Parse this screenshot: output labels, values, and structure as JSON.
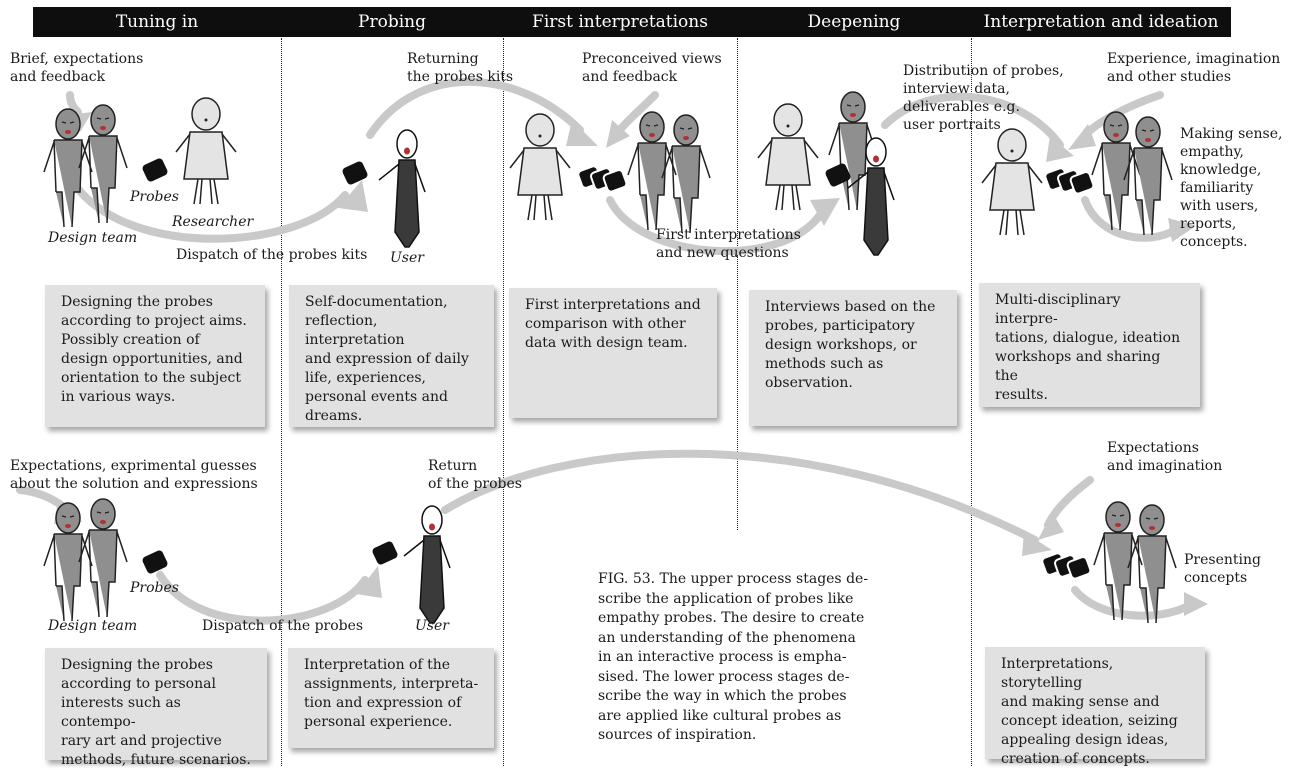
{
  "stages": [
    "Tuning in",
    "Probing",
    "First interpretations",
    "Deepening",
    "Interpretation and ideation"
  ],
  "upper": {
    "labels": {
      "brief": "Brief, expectations\nand feedback",
      "returning": "Returning\nthe probes kits",
      "preconceived": "Preconceived views\nand feedback",
      "distribution": "Distribution of probes,\ninterview data,\ndeliverables e.g.\nuser portraits",
      "experience": "Experience, imagination\nand other studies",
      "making_sense": "Making sense,\nempathy,\nknowledge,\nfamiliarity\nwith users,\nreports,\nconcepts.",
      "first_interp": "First interpretations\nand new questions",
      "dispatch": "Dispatch of the probes kits",
      "probes": "Probes",
      "researcher": "Researcher",
      "design_team": "Design team",
      "user": "User"
    },
    "boxes": [
      "Designing the probes\naccording to project aims.\nPossibly creation of\ndesign opportunities, and\norientation to the subject\nin various ways.",
      "Self-documentation,\nreflection, interpretation\nand expression of daily\nlife, experiences,\npersonal events and\ndreams.",
      "First interpretations and\ncomparison with other\ndata with design team.",
      "Interviews based on the\nprobes, participatory\ndesign workshops, or\nmethods such as\nobservation.",
      "Multi-disciplinary interpre-\ntations, dialogue, ideation\nworkshops and sharing the\nresults."
    ]
  },
  "lower": {
    "labels": {
      "expectations": "Expectations, exprimental guesses\nabout the solution and expressions",
      "return": "Return\nof the probes",
      "exp_imag": "Expectations\nand imagination",
      "presenting": "Presenting\nconcepts",
      "probes": "Probes",
      "design_team": "Design team",
      "dispatch": "Dispatch of the probes",
      "user": "User"
    },
    "boxes": [
      "Designing the probes\naccording to personal\ninterests such as contempo-\nrary art and projective\nmethods, future scenarios.",
      "Interpretation of the\nassignments, interpreta-\ntion and expression of\npersonal experience.",
      "Interpretations, storytelling\nand making sense and\nconcept ideation, seizing\nappealing design ideas,\ncreation of concepts."
    ]
  },
  "caption": "FIG. 53. The upper process stages de-\nscribe the application of probes like\nempathy probes. The desire to create\nan understanding of the phenomena\nin an interactive process is empha-\nsised. The lower process stages de-\nscribe the way in which the probes\nare applied like cultural probes as\nsources of inspiration.",
  "colors": {
    "header": "#0e0e0e",
    "box": "#e1e1e1",
    "arrow": "#c9c9c9",
    "team": "#8f8f8f",
    "user": "#3a3a3a",
    "researcher": "#e4e4e4"
  }
}
